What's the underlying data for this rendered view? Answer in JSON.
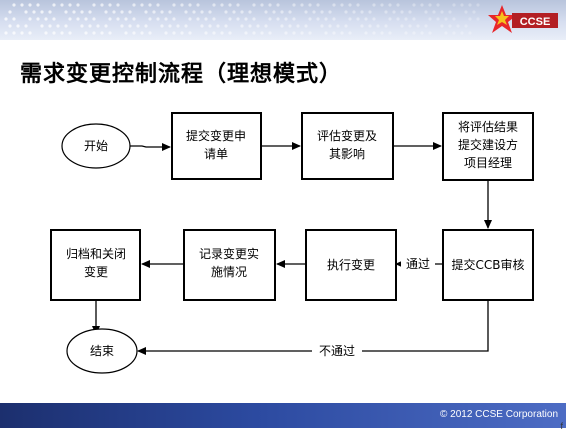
{
  "slide": {
    "title": "需求变更控制流程（理想模式）",
    "copyright": "© 2012 CCSE Corporation",
    "page_number": "f",
    "logo_text": "CCSE"
  },
  "nodes": [
    {
      "id": "start",
      "shape": "ellipse",
      "lines": [
        "开始"
      ]
    },
    {
      "id": "submit-request",
      "shape": "rect",
      "lines": [
        "提交变更申",
        "请单"
      ]
    },
    {
      "id": "evaluate-change",
      "shape": "rect",
      "lines": [
        "评估变更及",
        "其影响"
      ]
    },
    {
      "id": "submit-evaluation",
      "shape": "rect",
      "lines": [
        "将评估结果",
        "提交建设方",
        "项目经理"
      ]
    },
    {
      "id": "ccb-review",
      "shape": "rect",
      "lines": [
        "提交CCB审核"
      ]
    },
    {
      "id": "execute-change",
      "shape": "rect",
      "lines": [
        "执行变更"
      ]
    },
    {
      "id": "record-change",
      "shape": "rect",
      "lines": [
        "记录变更实",
        "施情况"
      ]
    },
    {
      "id": "archive-close",
      "shape": "rect",
      "lines": [
        "归档和关闭",
        "变更"
      ]
    },
    {
      "id": "end",
      "shape": "ellipse",
      "lines": [
        "结束"
      ]
    }
  ],
  "edges": [
    {
      "from": "start",
      "to": "submit-request",
      "label": ""
    },
    {
      "from": "submit-request",
      "to": "evaluate-change",
      "label": ""
    },
    {
      "from": "evaluate-change",
      "to": "submit-evaluation",
      "label": ""
    },
    {
      "from": "submit-evaluation",
      "to": "ccb-review",
      "label": ""
    },
    {
      "from": "ccb-review",
      "to": "execute-change",
      "label": "通过"
    },
    {
      "from": "execute-change",
      "to": "record-change",
      "label": ""
    },
    {
      "from": "record-change",
      "to": "archive-close",
      "label": ""
    },
    {
      "from": "archive-close",
      "to": "end",
      "label": ""
    },
    {
      "from": "ccb-review",
      "to": "end",
      "label": "不通过"
    }
  ]
}
